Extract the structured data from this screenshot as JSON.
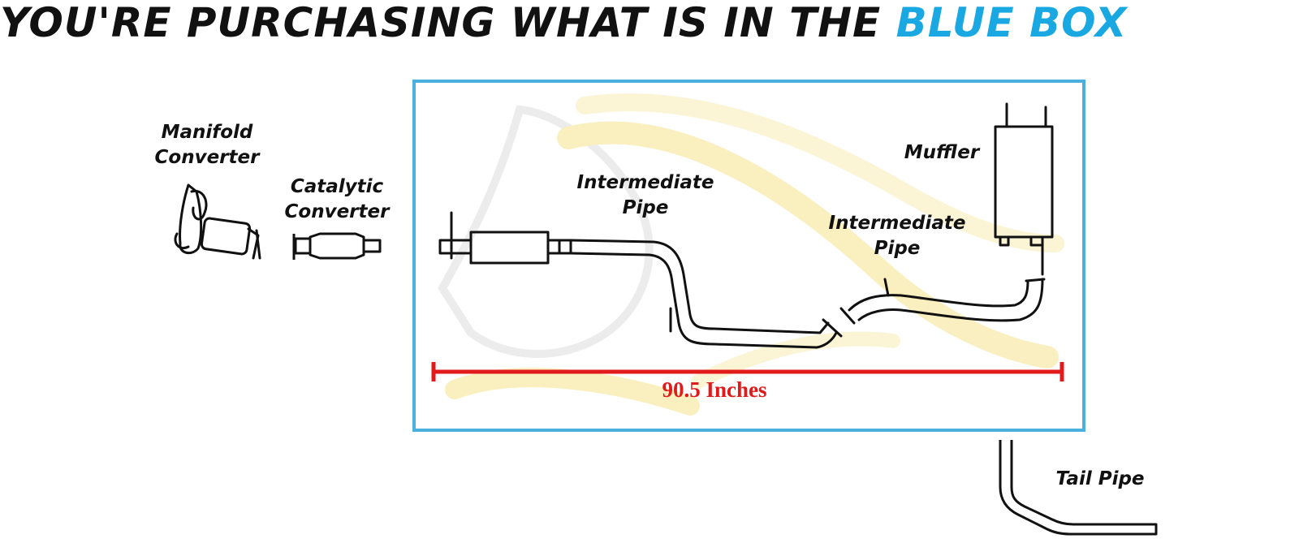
{
  "headline": {
    "text": "YOU'RE PURCHASING WHAT IS IN THE",
    "accent": "BLUE BOX",
    "accent_color": "#1aa8e2"
  },
  "labels": {
    "manifold": [
      "Manifold",
      "Converter"
    ],
    "catalytic": [
      "Catalytic",
      "Converter"
    ],
    "intermediate_1": [
      "Intermediate",
      "Pipe"
    ],
    "intermediate_2": [
      "Intermediate",
      "Pipe"
    ],
    "muffler": "Muffler",
    "tail_pipe": "Tail Pipe"
  },
  "measurement": {
    "text": "90.5 Inches",
    "color": "#e11b1b"
  },
  "colors": {
    "box_border": "#4ab0dd",
    "line": "#111111"
  },
  "icons": [
    "horse-head-watermark"
  ]
}
